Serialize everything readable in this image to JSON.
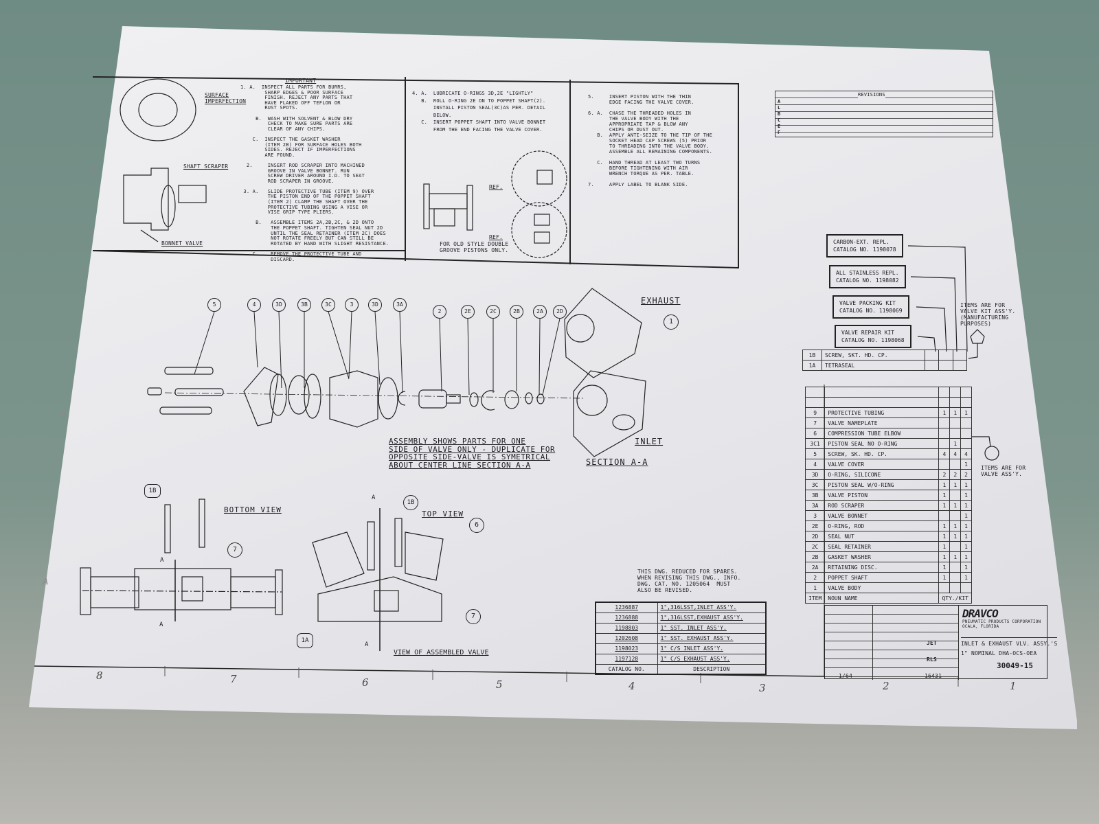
{
  "notes": {
    "important_title": "IMPORTANT",
    "surface_label": "SURFACE\nIMPERFECTION",
    "shaft_scraper_label": "SHAFT SCRAPER",
    "bonnet_valve_label": "BONNET VALVE",
    "panel1_text": "1. A.  INSPECT ALL PARTS FOR BURRS,\n        SHARP EDGES & POOR SURFACE\n        FINISH. REJECT ANY PARTS THAT\n        HAVE FLAKED OFF TEFLON OR\n        RUST SPOTS.\n\n     B.  WASH WITH SOLVENT & BLOW DRY\n         CHECK TO MAKE SURE PARTS ARE\n         CLEAR OF ANY CHIPS.\n\n    C.  INSPECT THE GASKET WASHER\n        (ITEM 2B) FOR SURFACE HOLES BOTH\n        SIDES. REJECT IF IMPERFECTIONS\n        ARE FOUND.\n\n  2.     INSERT ROD SCRAPER INTO MACHINED\n         GROOVE IN VALVE BONNET. RUN\n         SCREW DRIVER AROUND I.D. TO SEAT\n         ROD SCRAPER IN GROOVE.\n\n 3. A.   SLIDE PROTECTIVE TUBE (ITEM 9) OVER\n         THE PISTON END OF THE POPPET SHAFT\n         (ITEM 2) CLAMP THE SHAFT OVER THE\n         PROTECTIVE TUBING USING A VISE OR\n         VISE GRIP TYPE PLIERS.\n\n     B.   ASSEMBLE ITEMS 2A,2B,2C, & 2D ONTO\n          THE POPPET SHAFT. TIGHTEN SEAL NUT 2D\n          UNTIL THE SEAL RETAINER (ITEM 2C) DOES\n          NOT ROTATE FREELY BUT CAN STILL BE\n          ROTATED BY HAND WITH SLIGHT RESISTANCE.\n\n    C.    REMOVE THE PROTECTIVE TUBE AND\n          DISCARD.",
    "panel2_text": "4. A.  LUBRICATE O-RINGS 3D,2E \"LIGHTLY\"\n   B.  ROLL O-RING 2E ON TO POPPET SHAFT(2).\n       INSTALL PISTON SEAL(3C)AS PER. DETAIL\n       BELOW.\n   C.  INSERT POPPET SHAFT INTO VALVE BONNET\n       FROM THE END FACING THE VALVE COVER.",
    "panel2_ref3": "REF.",
    "panel2_ref2": "REF.",
    "panel2_footnote": "FOR OLD STYLE DOUBLE\nGROOVE PISTONS ONLY.",
    "panel3_text": "5.     INSERT PISTON WITH THE THIN\n       EDGE FACING THE VALVE COVER.\n\n6. A.  CHASE THE THREADED HOLES IN\n       THE VALVE BODY WITH THE\n       APPROPRIATE TAP & BLOW ANY\n       CHIPS OR DUST OUT.\n   B.  APPLY ANTI-SEIZE TO THE TIP OF THE\n       SOCKET HEAD CAP SCREWS (5) PRIOR\n       TO THREADING INTO THE VALVE BODY.\n       ASSEMBLE ALL REMAINING COMPONENTS.\n\n   C.  HAND THREAD AT LEAST TWO TURNS\n       BEFORE TIGHTENING WITH AIR\n       WRENCH TORQUE AS PER. TABLE.\n\n7.     APPLY LABEL TO BLANK SIDE."
  },
  "revisions": {
    "title": "REVISIONS",
    "rows": [
      "A",
      "L",
      "B",
      "C",
      "E",
      "F"
    ]
  },
  "kits": [
    {
      "line1": "CARBON-EXT. REPL.",
      "line2": "CATALOG NO. 1198078"
    },
    {
      "line1": "ALL STAINLESS REPL.",
      "line2": "CATALOG NO. 1198082"
    },
    {
      "line1": "VALVE PACKING KIT",
      "line2": "CATALOG NO. 1198069"
    },
    {
      "line1": "VALVE REPAIR KIT",
      "line2": "CATALOG NO. 1198068"
    }
  ],
  "kit_note": "ITEMS ARE FOR\nVALVE KIT ASS'Y.\n(MANUFACTURING\nPURPOSES)",
  "valve_note": "ITEMS ARE FOR\nVALVE ASS'Y.",
  "kit_items": [
    {
      "item": "1B",
      "name": "SCREW, SKT. HD. CP."
    },
    {
      "item": "1A",
      "name": "TETRASEAL"
    }
  ],
  "parts_list": {
    "header_item": "ITEM",
    "header_name": "NOUN NAME",
    "header_qty": "QTY./KIT",
    "rows": [
      {
        "item": "9",
        "name": "PROTECTIVE TUBING",
        "q": [
          "1",
          "1",
          "1"
        ]
      },
      {
        "item": "7",
        "name": "VALVE NAMEPLATE",
        "q": [
          "",
          "",
          ""
        ]
      },
      {
        "item": "6",
        "name": "COMPRESSION TUBE ELBOW",
        "q": [
          "",
          "",
          ""
        ]
      },
      {
        "item": "3C1",
        "name": "PISTON SEAL  NO O-RING",
        "q": [
          "",
          "1",
          ""
        ]
      },
      {
        "item": "5",
        "name": "SCREW, SK. HD. CP.",
        "q": [
          "4",
          "4",
          "4"
        ]
      },
      {
        "item": "4",
        "name": "VALVE COVER",
        "q": [
          "",
          "",
          "1"
        ]
      },
      {
        "item": "3D",
        "name": "O-RING, SILICONE",
        "q": [
          "2",
          "2",
          "2"
        ]
      },
      {
        "item": "3C",
        "name": "PISTON SEAL W/O-RING",
        "q": [
          "1",
          "1",
          "1"
        ]
      },
      {
        "item": "3B",
        "name": "VALVE PISTON",
        "q": [
          "1",
          "",
          "1"
        ]
      },
      {
        "item": "3A",
        "name": "ROD SCRAPER",
        "q": [
          "1",
          "1",
          "1"
        ]
      },
      {
        "item": "3",
        "name": "VALVE BONNET",
        "q": [
          "",
          "",
          "1"
        ]
      },
      {
        "item": "2E",
        "name": "O-RING, ROD",
        "q": [
          "1",
          "1",
          "1"
        ]
      },
      {
        "item": "2D",
        "name": "SEAL NUT",
        "q": [
          "1",
          "1",
          "1"
        ]
      },
      {
        "item": "2C",
        "name": "SEAL RETAINER",
        "q": [
          "1",
          "",
          "1"
        ]
      },
      {
        "item": "2B",
        "name": "GASKET WASHER",
        "q": [
          "1",
          "1",
          "1"
        ]
      },
      {
        "item": "2A",
        "name": "RETAINING DISC.",
        "q": [
          "1",
          "",
          "1"
        ]
      },
      {
        "item": "2",
        "name": "POPPET SHAFT",
        "q": [
          "1",
          "",
          "1"
        ]
      },
      {
        "item": "1",
        "name": "VALVE BODY",
        "q": [
          "",
          "",
          ""
        ]
      }
    ]
  },
  "spares_note": "THIS DWG. REDUCED FOR SPARES.\nWHEN REVISING THIS DWG., INFO.\nDWG. CAT. NO. 1205064  MUST\nALSO BE REVISED.",
  "catalog_table": {
    "header_catalog": "CATALOG NO.",
    "header_desc": "DESCRIPTION",
    "rows": [
      {
        "catalog": "1236887",
        "desc": "1\",316LSST,INLET ASS'Y."
      },
      {
        "catalog": "1236888",
        "desc": "1\",316LSST,EXHAUST ASS'Y."
      },
      {
        "catalog": "1198803",
        "desc": "1\" SST. INLET ASS'Y."
      },
      {
        "catalog": "1202608",
        "desc": "1\" SST. EXHAUST ASS'Y."
      },
      {
        "catalog": "1198023",
        "desc": "1\" C/S INLET ASS'Y."
      },
      {
        "catalog": "1197128",
        "desc": "1\" C/S EXHAUST ASS'Y."
      }
    ]
  },
  "title_block": {
    "company_logo": "DRAVCO",
    "company": "PNEUMATIC PRODUCTS CORPORATION\nOCALA, FLORIDA",
    "title": "INLET & EXHAUST VLV. ASSY.'S\n1\" NOMINAL DHA-OCS-OEA",
    "drawing_no": "30049-15",
    "approved": "JET",
    "released": "RLS",
    "ca_no": "16431",
    "fractions": "1/64"
  },
  "exploded_view": {
    "balloons": [
      "5",
      "4",
      "3D",
      "3B",
      "3C",
      "3",
      "3D",
      "3A",
      "2",
      "2E",
      "2C",
      "2B",
      "2A",
      "2D"
    ],
    "exhaust_label": "EXHAUST",
    "inlet_label": "INLET",
    "section_label": "SECTION  A-A",
    "body_balloon": "1",
    "assembly_note": "ASSEMBLY SHOWS PARTS FOR ONE\nSIDE OF VALVE ONLY - DUPLICATE FOR\nOPPOSITE SIDE-VALVE IS SYMETRICAL\nABOUT CENTER LINE SECTION A-A"
  },
  "views": {
    "bottom_view": "BOTTOM VIEW",
    "top_view": "TOP VIEW",
    "assembled": "VIEW OF ASSEMBLED VALVE",
    "balloon_1b": "1B",
    "balloon_7": "7",
    "balloon_6": "6",
    "balloon_1a": "1A",
    "section_mark": "A"
  },
  "border_numbers": [
    "8",
    "7",
    "6",
    "5",
    "4",
    "3",
    "2",
    "1"
  ],
  "border_letters": [
    "D",
    "C",
    "B",
    "A"
  ]
}
